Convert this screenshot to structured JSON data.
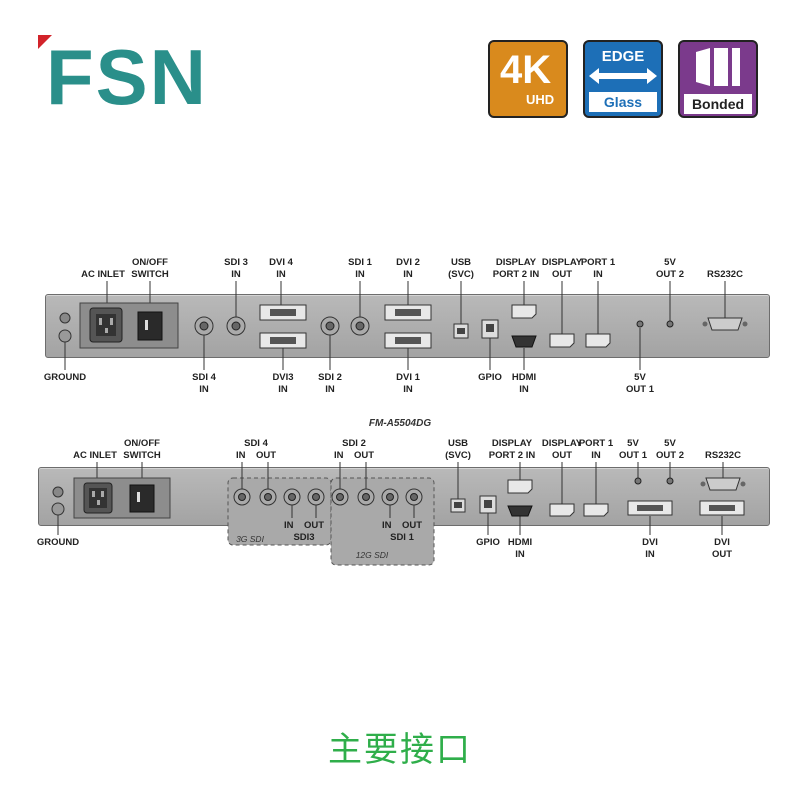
{
  "logo": {
    "text": "FSN"
  },
  "badges": {
    "uhd": {
      "main": "4K",
      "sub": "UHD"
    },
    "edge": {
      "top": "EDGE",
      "bottom": "Glass"
    },
    "bonded": {
      "text": "Bonded"
    }
  },
  "panel1": {
    "top_labels": [
      {
        "id": "ac-inlet",
        "lines": [
          "AC INLET"
        ]
      },
      {
        "id": "on-off",
        "lines": [
          "ON/OFF",
          "SWITCH"
        ]
      },
      {
        "id": "sdi3",
        "lines": [
          "SDI 3",
          "IN"
        ]
      },
      {
        "id": "dvi4",
        "lines": [
          "DVI 4",
          "IN"
        ]
      },
      {
        "id": "sdi1",
        "lines": [
          "SDI 1",
          "IN"
        ]
      },
      {
        "id": "dvi2",
        "lines": [
          "DVI 2",
          "IN"
        ]
      },
      {
        "id": "usb",
        "lines": [
          "USB",
          "(SVC)"
        ]
      },
      {
        "id": "dp2",
        "lines": [
          "DISPLAY",
          "PORT 2 IN"
        ]
      },
      {
        "id": "dp-out",
        "lines": [
          "DISPLAY",
          "OUT"
        ]
      },
      {
        "id": "dp1",
        "lines": [
          "PORT 1",
          "IN"
        ]
      },
      {
        "id": "5v-out2",
        "lines": [
          "5V",
          "OUT 2"
        ]
      },
      {
        "id": "rs232c",
        "lines": [
          "RS232C"
        ]
      }
    ],
    "bottom_labels": [
      {
        "id": "ground",
        "lines": [
          "GROUND"
        ]
      },
      {
        "id": "sdi4",
        "lines": [
          "SDI 4",
          "IN"
        ]
      },
      {
        "id": "dvi3",
        "lines": [
          "DVI3",
          "IN"
        ]
      },
      {
        "id": "sdi2",
        "lines": [
          "SDI 2",
          "IN"
        ]
      },
      {
        "id": "dvi1",
        "lines": [
          "DVI 1",
          "IN"
        ]
      },
      {
        "id": "gpio",
        "lines": [
          "GPIO"
        ]
      },
      {
        "id": "hdmi",
        "lines": [
          "HDMI",
          "IN"
        ]
      },
      {
        "id": "5v-out1",
        "lines": [
          "5V",
          "OUT 1"
        ]
      }
    ]
  },
  "panel2": {
    "model": "FM-A5504DG",
    "top_labels": [
      {
        "id": "ac-inlet",
        "lines": [
          "AC INLET"
        ]
      },
      {
        "id": "on-off",
        "lines": [
          "ON/OFF",
          "SWITCH"
        ]
      },
      {
        "id": "sdi4",
        "lines": [
          "SDI 4",
          "IN    OUT"
        ]
      },
      {
        "id": "sdi2",
        "lines": [
          "SDI 2",
          "IN    OUT"
        ]
      },
      {
        "id": "usb",
        "lines": [
          "USB",
          "(SVC)"
        ]
      },
      {
        "id": "dp2",
        "lines": [
          "DISPLAY",
          "PORT 2 IN"
        ]
      },
      {
        "id": "dp-out",
        "lines": [
          "DISPLAY",
          "OUT"
        ]
      },
      {
        "id": "dp1",
        "lines": [
          "PORT 1",
          "IN"
        ]
      },
      {
        "id": "5v-out1",
        "lines": [
          "5V",
          "OUT 1"
        ]
      },
      {
        "id": "5v-out2",
        "lines": [
          "5V",
          "OUT 2"
        ]
      },
      {
        "id": "rs232c",
        "lines": [
          "RS232C"
        ]
      }
    ],
    "bottom_labels": [
      {
        "id": "ground",
        "lines": [
          "GROUND"
        ]
      },
      {
        "id": "sdi3",
        "lines": [
          "IN    OUT",
          "SDI3"
        ]
      },
      {
        "id": "sdi1",
        "lines": [
          "IN    OUT",
          "SDI 1"
        ]
      },
      {
        "id": "gpio",
        "lines": [
          "GPIO"
        ]
      },
      {
        "id": "hdmi",
        "lines": [
          "HDMI",
          "IN"
        ]
      },
      {
        "id": "dvi-in",
        "lines": [
          "DVI",
          "IN"
        ]
      },
      {
        "id": "dvi-out",
        "lines": [
          "DVI",
          "OUT"
        ]
      }
    ],
    "groups": {
      "g3": "3G SDI",
      "g12": "12G SDI"
    }
  },
  "caption": "主要接口",
  "colors": {
    "logo_teal": "#2a8f8a",
    "logo_red": "#d2232a",
    "badge_orange": "#d98a1d",
    "badge_blue": "#1d6fb7",
    "badge_purple": "#7b3a8c",
    "caption_green": "#2fae4a"
  }
}
